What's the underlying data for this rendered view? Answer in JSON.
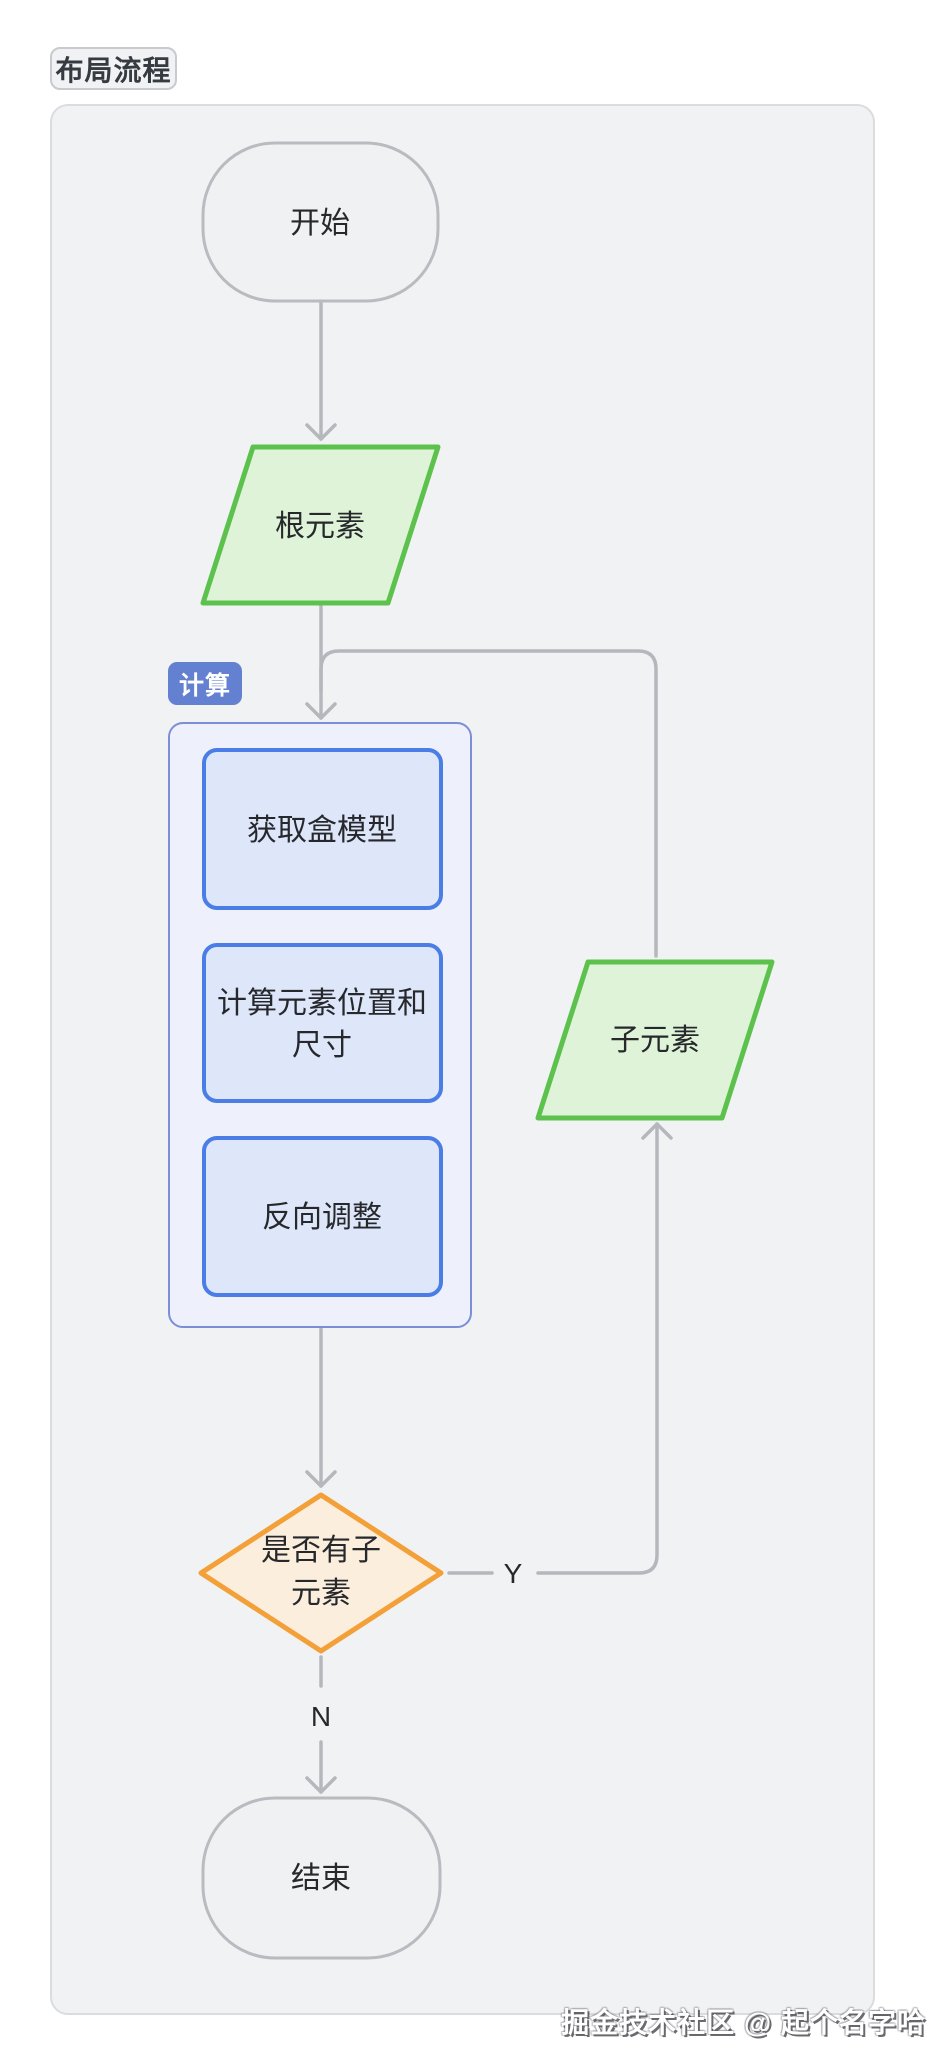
{
  "page": {
    "title_badge": "布局流程",
    "watermark": "掘金技术社区 @ 起个名字哈"
  },
  "diagram": {
    "group_label": "计算",
    "nodes": {
      "start": "开始",
      "root": "根元素",
      "box1": "获取盒模型",
      "box2_line1": "计算元素位置和",
      "box2_line2": "尺寸",
      "box3": "反向调整",
      "decision_line1": "是否有子",
      "decision_line2": "元素",
      "child": "子元素",
      "end": "结束"
    },
    "edge_labels": {
      "yes": "Y",
      "no": "N"
    },
    "colors": {
      "process_blue_border": "#4a7de5",
      "process_blue_fill": "#dee7fa",
      "io_green_border": "#5cc24d",
      "io_green_fill": "#dff3d8",
      "decision_orange_border": "#f3a038",
      "decision_orange_fill": "#fbeedd",
      "terminal_gray_border": "#b8bcc0",
      "terminal_gray_fill": "#eff1f3",
      "group_badge_blue": "#6481d1",
      "edge_gray": "#b4b8bc",
      "card_background": "#f1f2f4"
    }
  }
}
